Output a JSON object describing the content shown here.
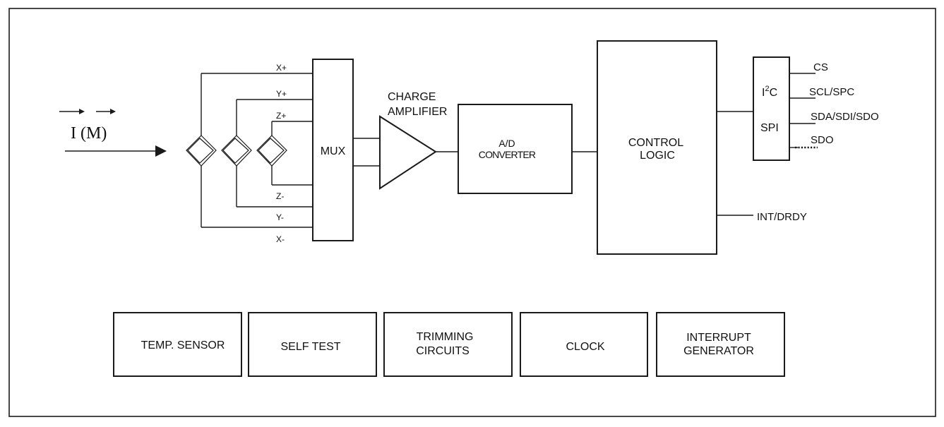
{
  "sensor": {
    "vector_label": "I (M)"
  },
  "mux": {
    "label": "MUX",
    "inputs": [
      "X+",
      "Y+",
      "Z+",
      "Z-",
      "Y-",
      "X-"
    ]
  },
  "amplifier": {
    "line1": "CHARGE",
    "line2": "AMPLIFIER"
  },
  "adc": {
    "line1": "A/D",
    "line2": "CONVERTER"
  },
  "control_logic": {
    "line1": "CONTROL",
    "line2": "LOGIC"
  },
  "interface": {
    "i2c_base": "I",
    "i2c_sup": "2",
    "i2c_tail": "C",
    "spi": "SPI",
    "pins": [
      "CS",
      "SCL/SPC",
      "SDA/SDI/SDO",
      "SDO"
    ],
    "int_pin": "INT/DRDY"
  },
  "blocks": {
    "temp_sensor": "TEMP. SENSOR",
    "self_test": "SELF TEST",
    "trimming_1": "TRIMMING",
    "trimming_2": "CIRCUITS",
    "clock": "CLOCK",
    "interrupt_1": "INTERRUPT",
    "interrupt_2": "GENERATOR"
  }
}
